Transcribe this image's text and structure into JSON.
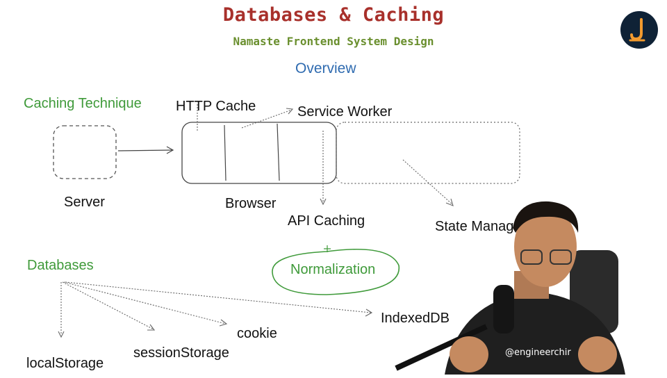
{
  "header": {
    "title": "Databases & Caching",
    "subtitle": "Namaste Frontend System Design"
  },
  "logo": {
    "icon": "namaste-dev-logo-icon",
    "bg": "#0f2236",
    "accent": "#f29a2e"
  },
  "diagram": {
    "section_title": "Overview",
    "caching": {
      "heading": "Caching Technique",
      "server": "Server",
      "browser": "Browser",
      "http_cache": "HTTP Cache",
      "service_worker": "Service Worker",
      "api_caching": "API Caching",
      "state_management": "State Manag",
      "normalization": "Normalization"
    },
    "databases": {
      "heading": "Databases",
      "items": [
        "localStorage",
        "sessionStorage",
        "cookie",
        "IndexedDB"
      ]
    }
  },
  "presenter": {
    "shirt_text": "@engineerchir"
  },
  "colors": {
    "title": "#a8302b",
    "subtitle": "#6a8f2e",
    "overview": "#2f6bb0",
    "green": "#3f9a3a"
  }
}
